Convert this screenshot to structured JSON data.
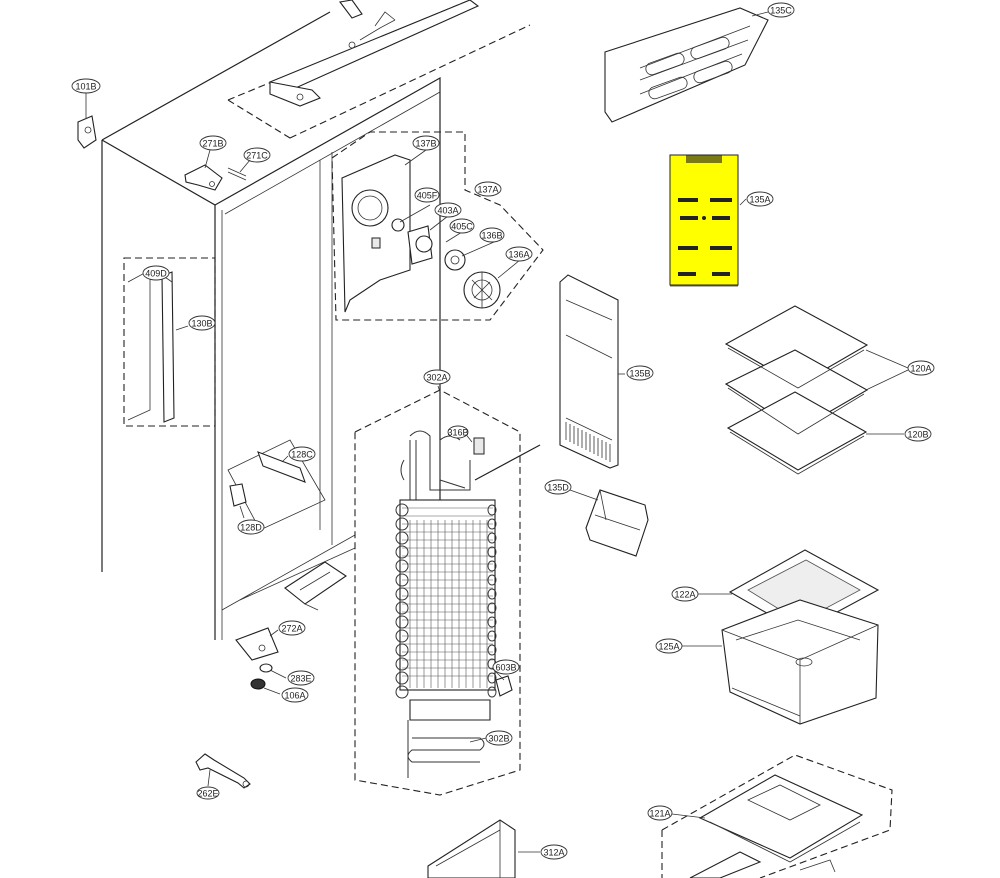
{
  "callouts": [
    {
      "id": "101B",
      "label": "101B"
    },
    {
      "id": "271B",
      "label": "271B"
    },
    {
      "id": "271C",
      "label": "271C"
    },
    {
      "id": "409D",
      "label": "409D"
    },
    {
      "id": "130B",
      "label": "130B"
    },
    {
      "id": "128C",
      "label": "128C"
    },
    {
      "id": "128D",
      "label": "128D"
    },
    {
      "id": "272A",
      "label": "272A"
    },
    {
      "id": "283E",
      "label": "283E"
    },
    {
      "id": "106A",
      "label": "106A"
    },
    {
      "id": "262E",
      "label": "262E"
    },
    {
      "id": "137B",
      "label": "137B"
    },
    {
      "id": "137A",
      "label": "137A"
    },
    {
      "id": "405F",
      "label": "405F"
    },
    {
      "id": "403A",
      "label": "403A"
    },
    {
      "id": "405C",
      "label": "405C"
    },
    {
      "id": "136B",
      "label": "136B"
    },
    {
      "id": "136A",
      "label": "136A"
    },
    {
      "id": "302A",
      "label": "302A"
    },
    {
      "id": "316B",
      "label": "316B"
    },
    {
      "id": "603B",
      "label": "603B"
    },
    {
      "id": "302B",
      "label": "302B"
    },
    {
      "id": "312A",
      "label": "312A"
    },
    {
      "id": "135C",
      "label": "135C"
    },
    {
      "id": "135A",
      "label": "135A"
    },
    {
      "id": "135B",
      "label": "135B"
    },
    {
      "id": "135D",
      "label": "135D"
    },
    {
      "id": "120A",
      "label": "120A"
    },
    {
      "id": "120B",
      "label": "120B"
    },
    {
      "id": "122A",
      "label": "122A"
    },
    {
      "id": "125A",
      "label": "125A"
    },
    {
      "id": "121A",
      "label": "121A"
    }
  ],
  "highlight": {
    "part": "135A",
    "color": "#ffff00"
  }
}
